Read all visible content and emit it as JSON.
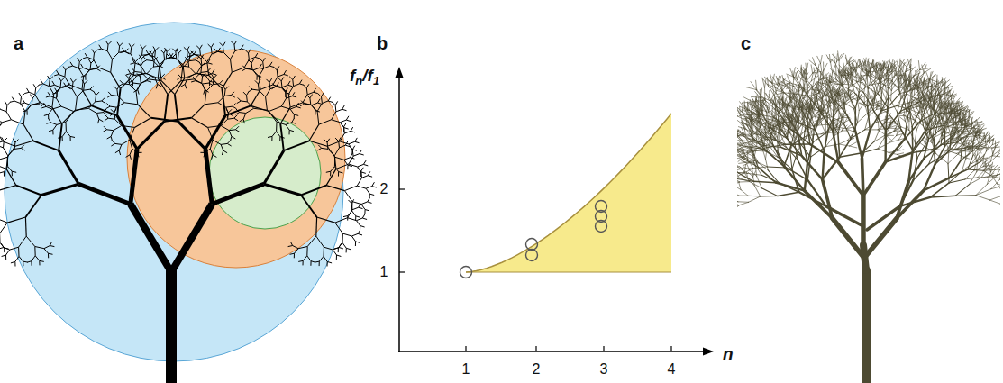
{
  "diagram": {
    "labels": [
      "a",
      "b",
      "c",
      "f",
      "n",
      "/f",
      "1",
      "1",
      "2",
      "1",
      "2",
      "3",
      "4",
      "n"
    ]
  }
}
